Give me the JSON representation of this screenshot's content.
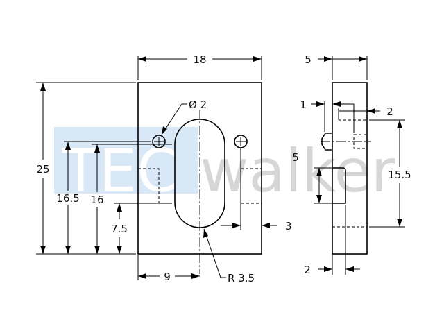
{
  "watermark": {
    "part1": "TEC",
    "part2": "walker"
  },
  "front_view": {
    "width": "18",
    "height": "25",
    "hole_diameter": "Ø 2",
    "dim_16_5": "16.5",
    "dim_16": "16",
    "dim_7_5": "7.5",
    "dim_9": "9",
    "radius": "R 3.5",
    "dim_3": "3"
  },
  "side_view": {
    "width": "5",
    "dim_1": "1",
    "dim_2_top": "2",
    "dim_5": "5",
    "dim_15_5": "15.5",
    "dim_2_bottom": "2"
  },
  "colors": {
    "watermark_blue": "#d9e8f6",
    "watermark_gray": "#d6d6d6",
    "line": "#000000"
  }
}
